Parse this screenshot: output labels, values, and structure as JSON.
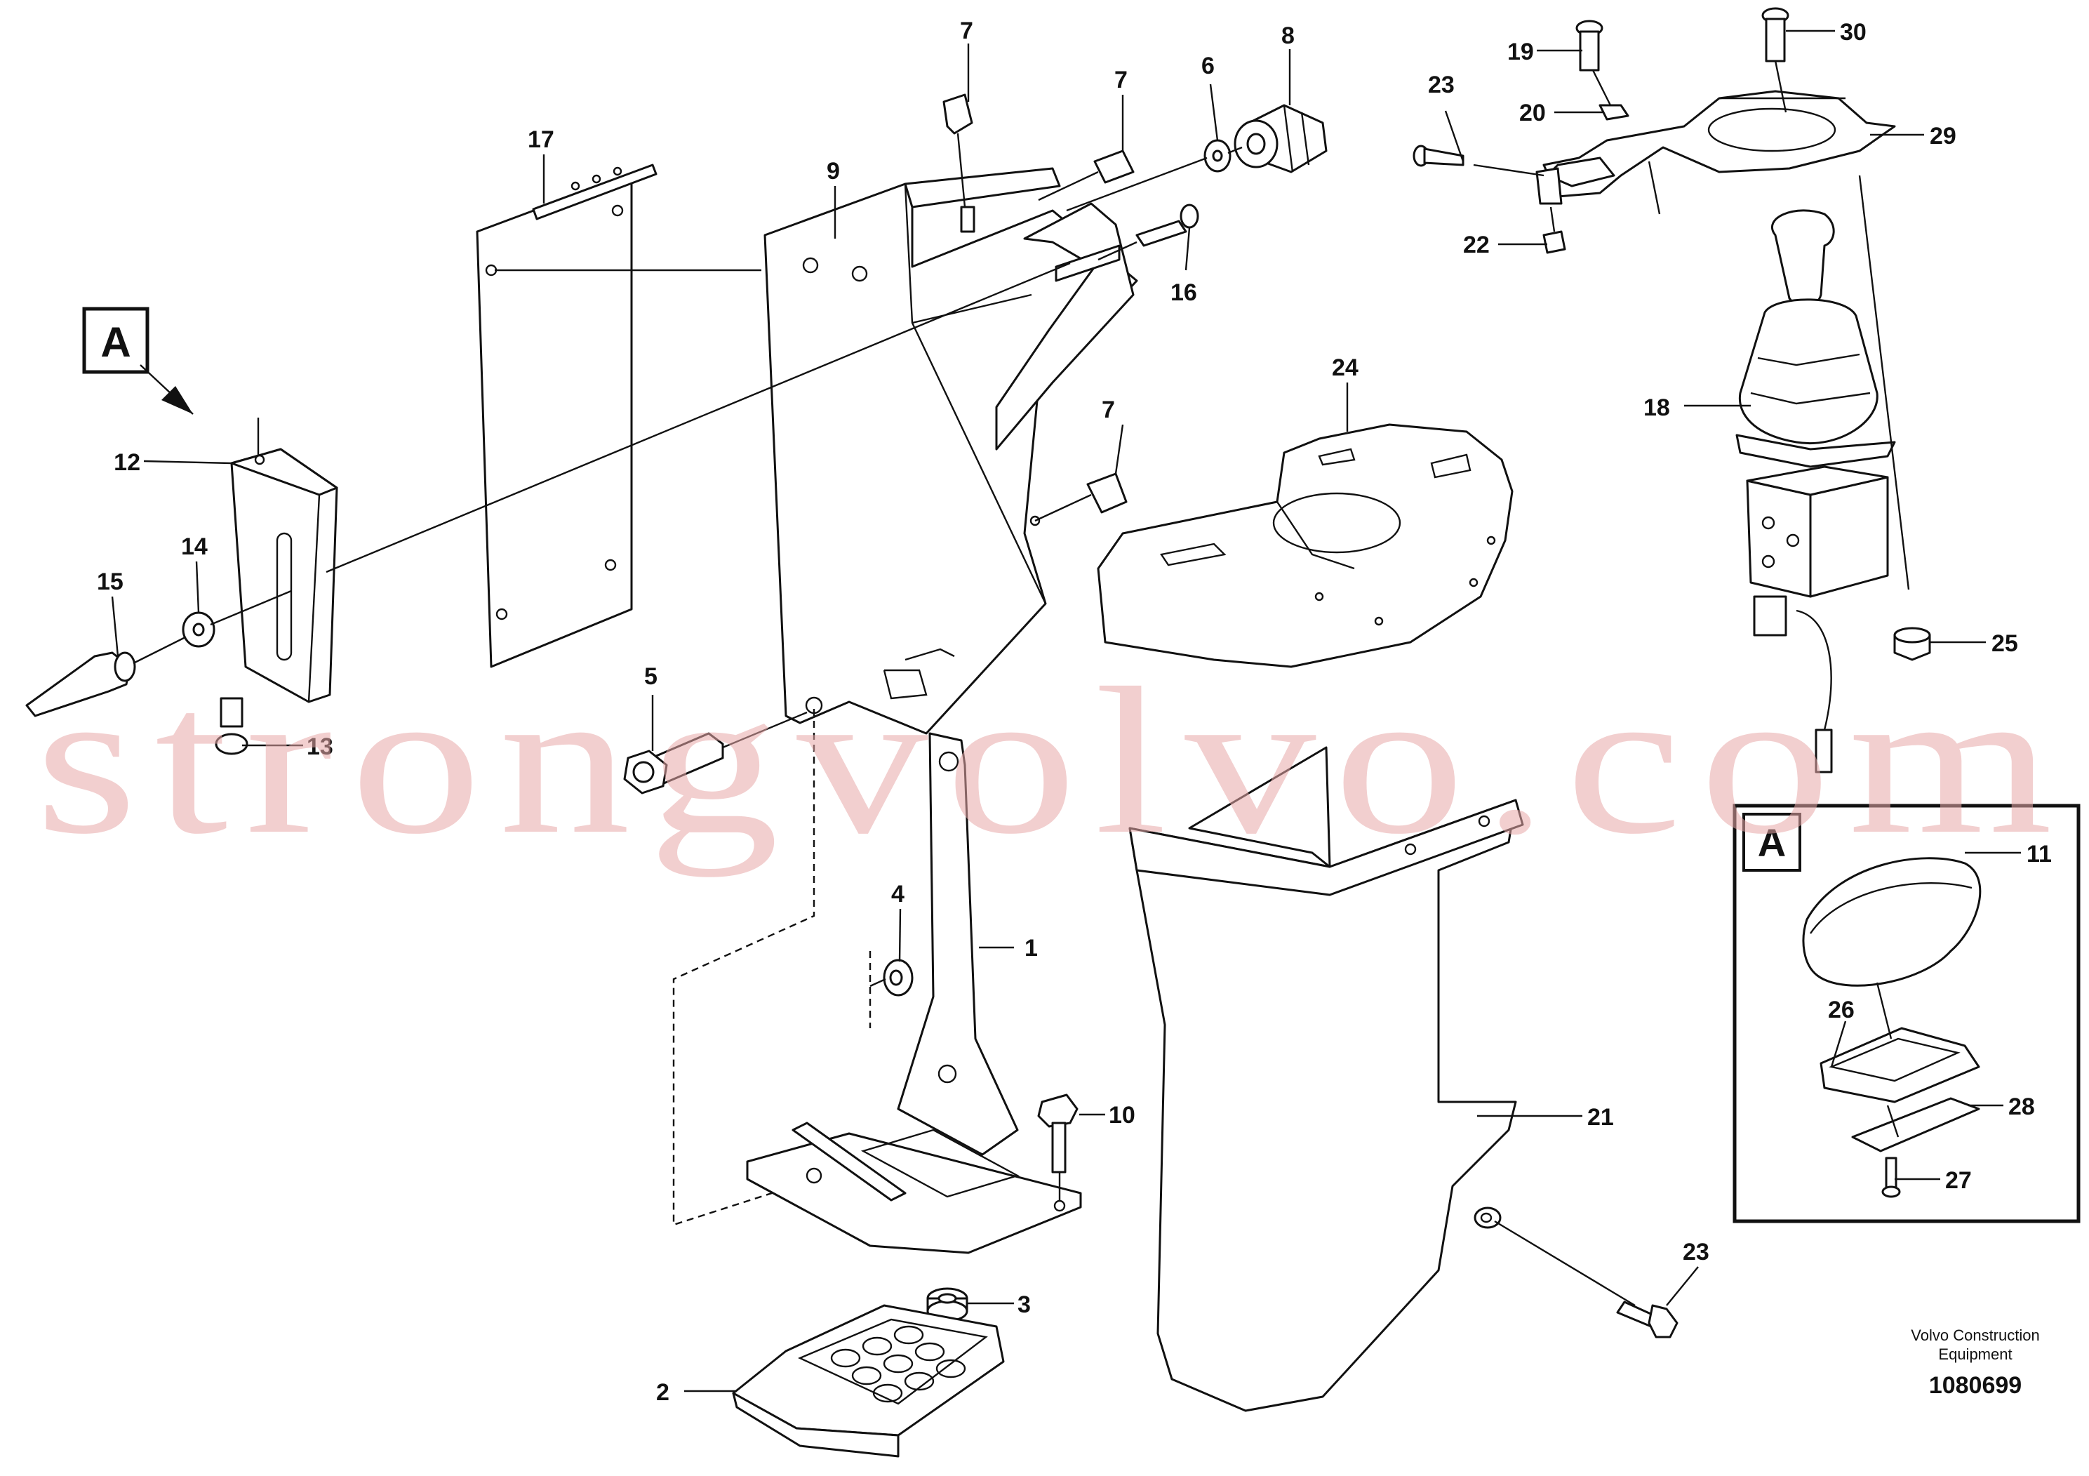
{
  "watermark": "strongvolvo.com",
  "detail_label": "A",
  "note": {
    "line1": "Volvo Construction",
    "line2": "Equipment",
    "doc_number": "1080699"
  },
  "callouts": {
    "c1": "1",
    "c2": "2",
    "c3": "3",
    "c4": "4",
    "c5": "5",
    "c6": "6",
    "c7a": "7",
    "c7b": "7",
    "c7c": "7",
    "c8": "8",
    "c9": "9",
    "c10": "10",
    "c11": "11",
    "c12": "12",
    "c13": "13",
    "c14": "14",
    "c15": "15",
    "c16": "16",
    "c17": "17",
    "c18": "18",
    "c19": "19",
    "c20": "20",
    "c21": "21",
    "c22": "22",
    "c23a": "23",
    "c23b": "23",
    "c24": "24",
    "c25": "25",
    "c26": "26",
    "c27": "27",
    "c28": "28",
    "c29": "29",
    "c30": "30"
  }
}
